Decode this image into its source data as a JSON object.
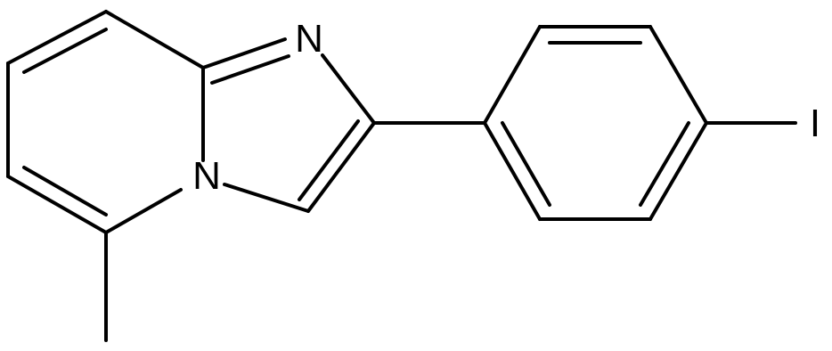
{
  "molecule": {
    "atoms": {
      "n_imine": "N",
      "n_bridge": "N",
      "iodine": "I"
    },
    "colors": {
      "bond": "#000000",
      "label": "#000000",
      "background": "#ffffff"
    }
  }
}
